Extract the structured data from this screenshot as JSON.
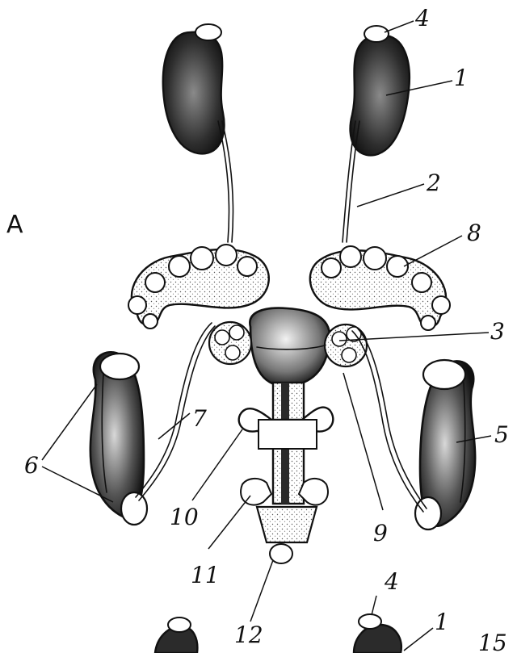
{
  "figure": {
    "panel_label": "A",
    "labels": {
      "l1_right": "1",
      "l2": "2",
      "l3": "3",
      "l4_top": "4",
      "l5": "5",
      "l6": "6",
      "l7": "7",
      "l8": "8",
      "l9": "9",
      "l10": "10",
      "l11": "11",
      "l12": "12",
      "l4_bottom": "4",
      "l1_bottom": "1",
      "l15": "15"
    },
    "colors": {
      "ink": "#111111",
      "paper": "#ffffff",
      "organ_fill": "#3a3a3a"
    }
  }
}
